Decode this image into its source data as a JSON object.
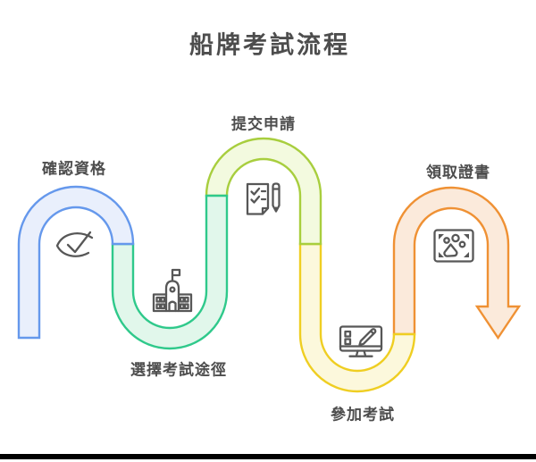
{
  "title": "船牌考試流程",
  "steps": [
    {
      "label": "確認資格",
      "icon": "eye-check-icon",
      "stroke": "#6598EC",
      "fill": "#E9EFFC"
    },
    {
      "label": "選擇考試途徑",
      "icon": "school-icon",
      "stroke": "#2FC98B",
      "fill": "#E1F7EB"
    },
    {
      "label": "提交申請",
      "icon": "checklist-pen-icon",
      "stroke": "#A8CE3E",
      "fill": "#F3FADF"
    },
    {
      "label": "參加考試",
      "icon": "exam-monitor-icon",
      "stroke": "#EFCE22",
      "fill": "#FCF8DC"
    },
    {
      "label": "領取證書",
      "icon": "certificate-icon",
      "stroke": "#EF9134",
      "fill": "#FBEADB"
    }
  ],
  "icon_color": "#575757",
  "text_color": "#4D4D4D",
  "background": "#FFFFFF",
  "bottom_bar_color": "#000000"
}
